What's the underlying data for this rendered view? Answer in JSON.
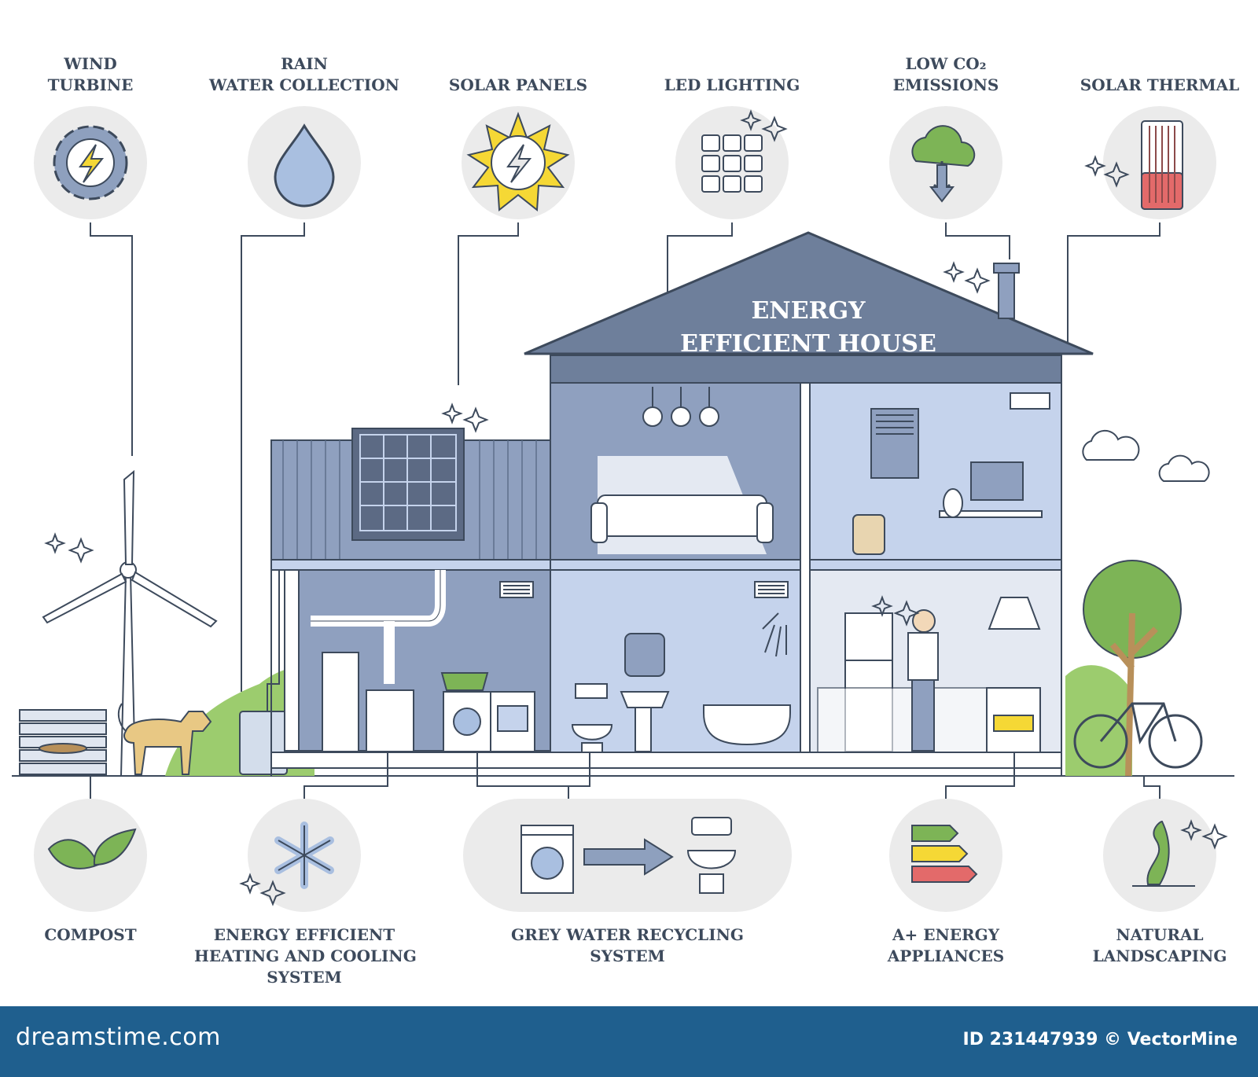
{
  "house": {
    "title_line1": "ENERGY",
    "title_line2": "EFFICIENT HOUSE"
  },
  "top_features": [
    {
      "line1": "WIND",
      "line2": "TURBINE",
      "icon": "gear-lightning-icon"
    },
    {
      "line1": "RAIN",
      "line2": "WATER COLLECTION",
      "icon": "water-drop-icon"
    },
    {
      "line1": "",
      "line2": "SOLAR PANELS",
      "icon": "sun-icon"
    },
    {
      "line1": "",
      "line2": "LED LIGHTING",
      "icon": "led-grid-icon"
    },
    {
      "line1": "LOW CO₂",
      "line2": "EMISSIONS",
      "icon": "cloud-down-arrow-icon"
    },
    {
      "line1": "",
      "line2": "SOLAR THERMAL",
      "icon": "thermal-coil-icon"
    }
  ],
  "bottom_features": [
    {
      "line1": "COMPOST",
      "line2": "",
      "line3": "",
      "icon": "leaves-icon"
    },
    {
      "line1": "ENERGY EFFICIENT",
      "line2": "HEATING AND COOLING",
      "line3": "SYSTEM",
      "icon": "snowflake-icon"
    },
    {
      "line1": "GREY WATER RECYCLING",
      "line2": "SYSTEM",
      "line3": "",
      "icon": "washer-to-toilet-icon"
    },
    {
      "line1": "A+ ENERGY",
      "line2": "APPLIANCES",
      "line3": "",
      "icon": "energy-rating-bars-icon"
    },
    {
      "line1": "NATURAL",
      "line2": "LANDSCAPING",
      "line3": "",
      "icon": "sprout-icon"
    }
  ],
  "footer": {
    "brand": "dreamstime.com",
    "credit": "ID 231447939 © VectorMine"
  },
  "colors": {
    "roof": "#6e7f9b",
    "wall_dark": "#8fa0bf",
    "wall_light": "#c5d3ec",
    "outline": "#3d4a5c",
    "green": "#7db456",
    "sun": "#f5d835",
    "footer": "#1f5f8e"
  }
}
